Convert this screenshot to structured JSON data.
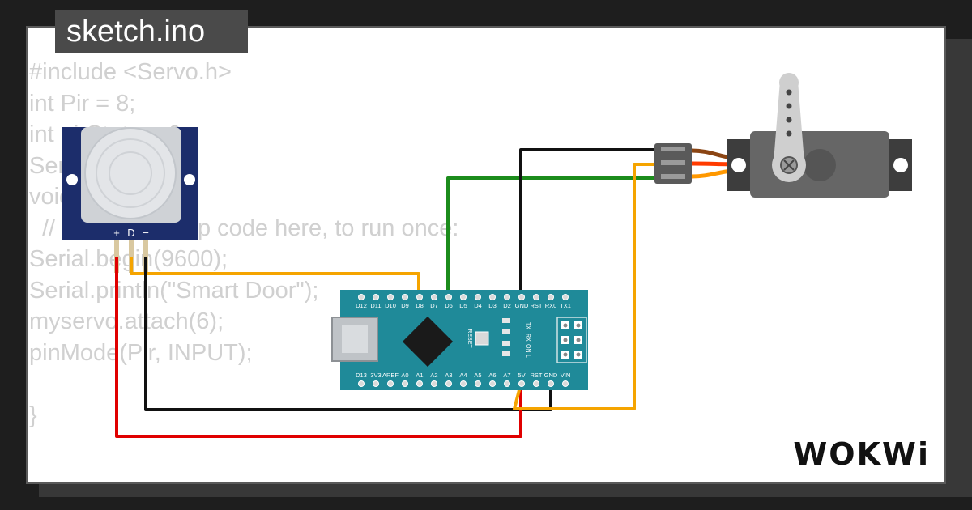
{
  "window": {
    "tab_title": "sketch.ino"
  },
  "editor": {
    "lines": [
      "#include <Servo.h>",
      "int Pir = 8;",
      "int pirState = 0;",
      "Servo myservo;",
      "void setup() {",
      "  // put your setup code here, to run once:",
      "Serial.begin(9600);",
      "Serial.println(\"Smart Door\");",
      "myservo.attach(6);",
      "pinMode(Pir, INPUT);",
      "",
      "}"
    ]
  },
  "pir": {
    "pin_plus": "+",
    "pin_d": "D",
    "pin_minus": "−"
  },
  "arduino": {
    "top_pins": [
      "D12",
      "D11",
      "D10",
      "D9",
      "D8",
      "D7",
      "D6",
      "D5",
      "D4",
      "D3",
      "D2",
      "GND",
      "RST",
      "RX0",
      "TX1"
    ],
    "bottom_pins": [
      "D13",
      "3V3",
      "AREF",
      "A0",
      "A1",
      "A2",
      "A3",
      "A4",
      "A5",
      "A6",
      "A7",
      "5V",
      "RST",
      "GND",
      "VIN"
    ],
    "reset_label": "RESET",
    "led_labels": [
      "TX",
      "RX",
      "ON",
      "L"
    ]
  },
  "brand": {
    "logo_text": "WOKWi"
  },
  "colors": {
    "board": "#1f8a99",
    "pir_blue": "#1c2d6b",
    "wire_black": "#111111",
    "wire_red": "#e00000",
    "wire_orange": "#f5a400",
    "wire_green": "#1c8c1c"
  }
}
